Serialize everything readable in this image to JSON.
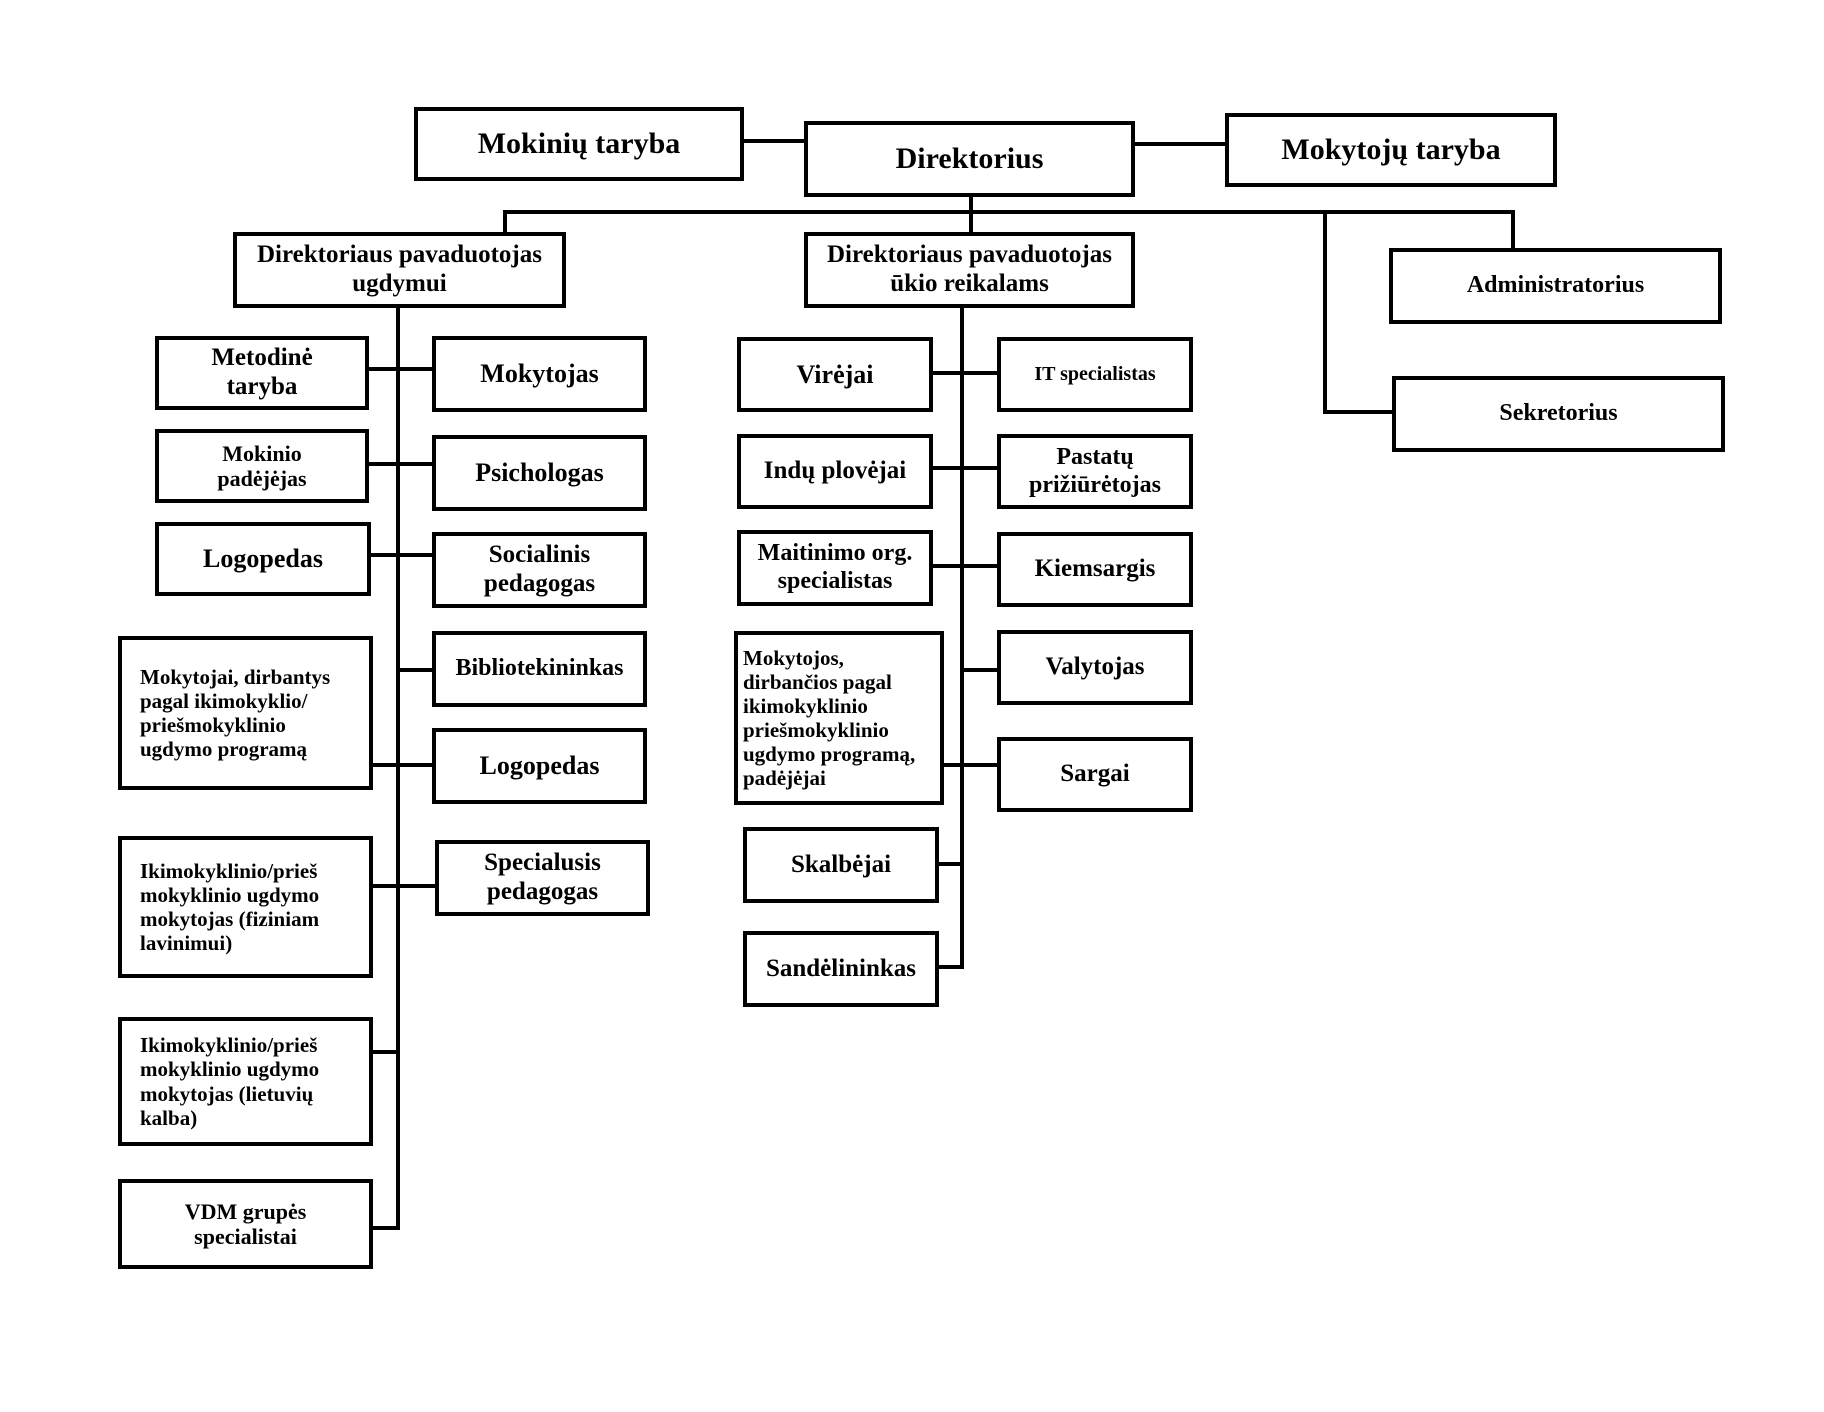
{
  "diagram": {
    "top": {
      "mokiniu_taryba": "Mokinių taryba",
      "direktorius": "Direktorius",
      "mokytoju_taryba": "Mokytojų taryba"
    },
    "pavaduotojas_ugdymui": "Direktoriaus pavaduotojas\nugdymui",
    "pavaduotojas_ukio": "Direktoriaus pavaduotojas\nūkio reikalams",
    "administratorius": "Administratorius",
    "sekretorius": "Sekretorius",
    "ugdymo_left": [
      "Metodinė\ntaryba",
      "Mokinio\npadėjėjas",
      "Logopedas",
      "Mokytojai, dirbantys\npagal ikimokyklio/\npriešmokyklinio\nugdymo programą",
      "Ikimokyklinio/prieš\nmokyklinio ugdymo\nmokytojas (fiziniam\nlavinimui)",
      "Ikimokyklinio/prieš\nmokyklinio ugdymo\nmokytojas (lietuvių\nkalba)",
      "VDM grupės\nspecialistai"
    ],
    "ugdymo_right": [
      "Mokytojas",
      "Psichologas",
      "Socialinis\npedagogas",
      "Bibliotekininkas",
      "Logopedas",
      "Specialusis\npedagogas"
    ],
    "ukio_left": [
      "Virėjai",
      "Indų plovėjai",
      "Maitinimo org.\nspecialistas",
      "Mokytojos,\ndirbančios pagal\nikimokyklinio\npriešmokyklinio\nugdymo programą,\npadėjėjai",
      "Skalbėjai",
      "Sandėlininkas"
    ],
    "ukio_right": [
      "IT specialistas",
      "Pastatų\nprižiūrėtojas",
      "Kiemsargis",
      "Valytojas",
      "Sargai"
    ]
  }
}
